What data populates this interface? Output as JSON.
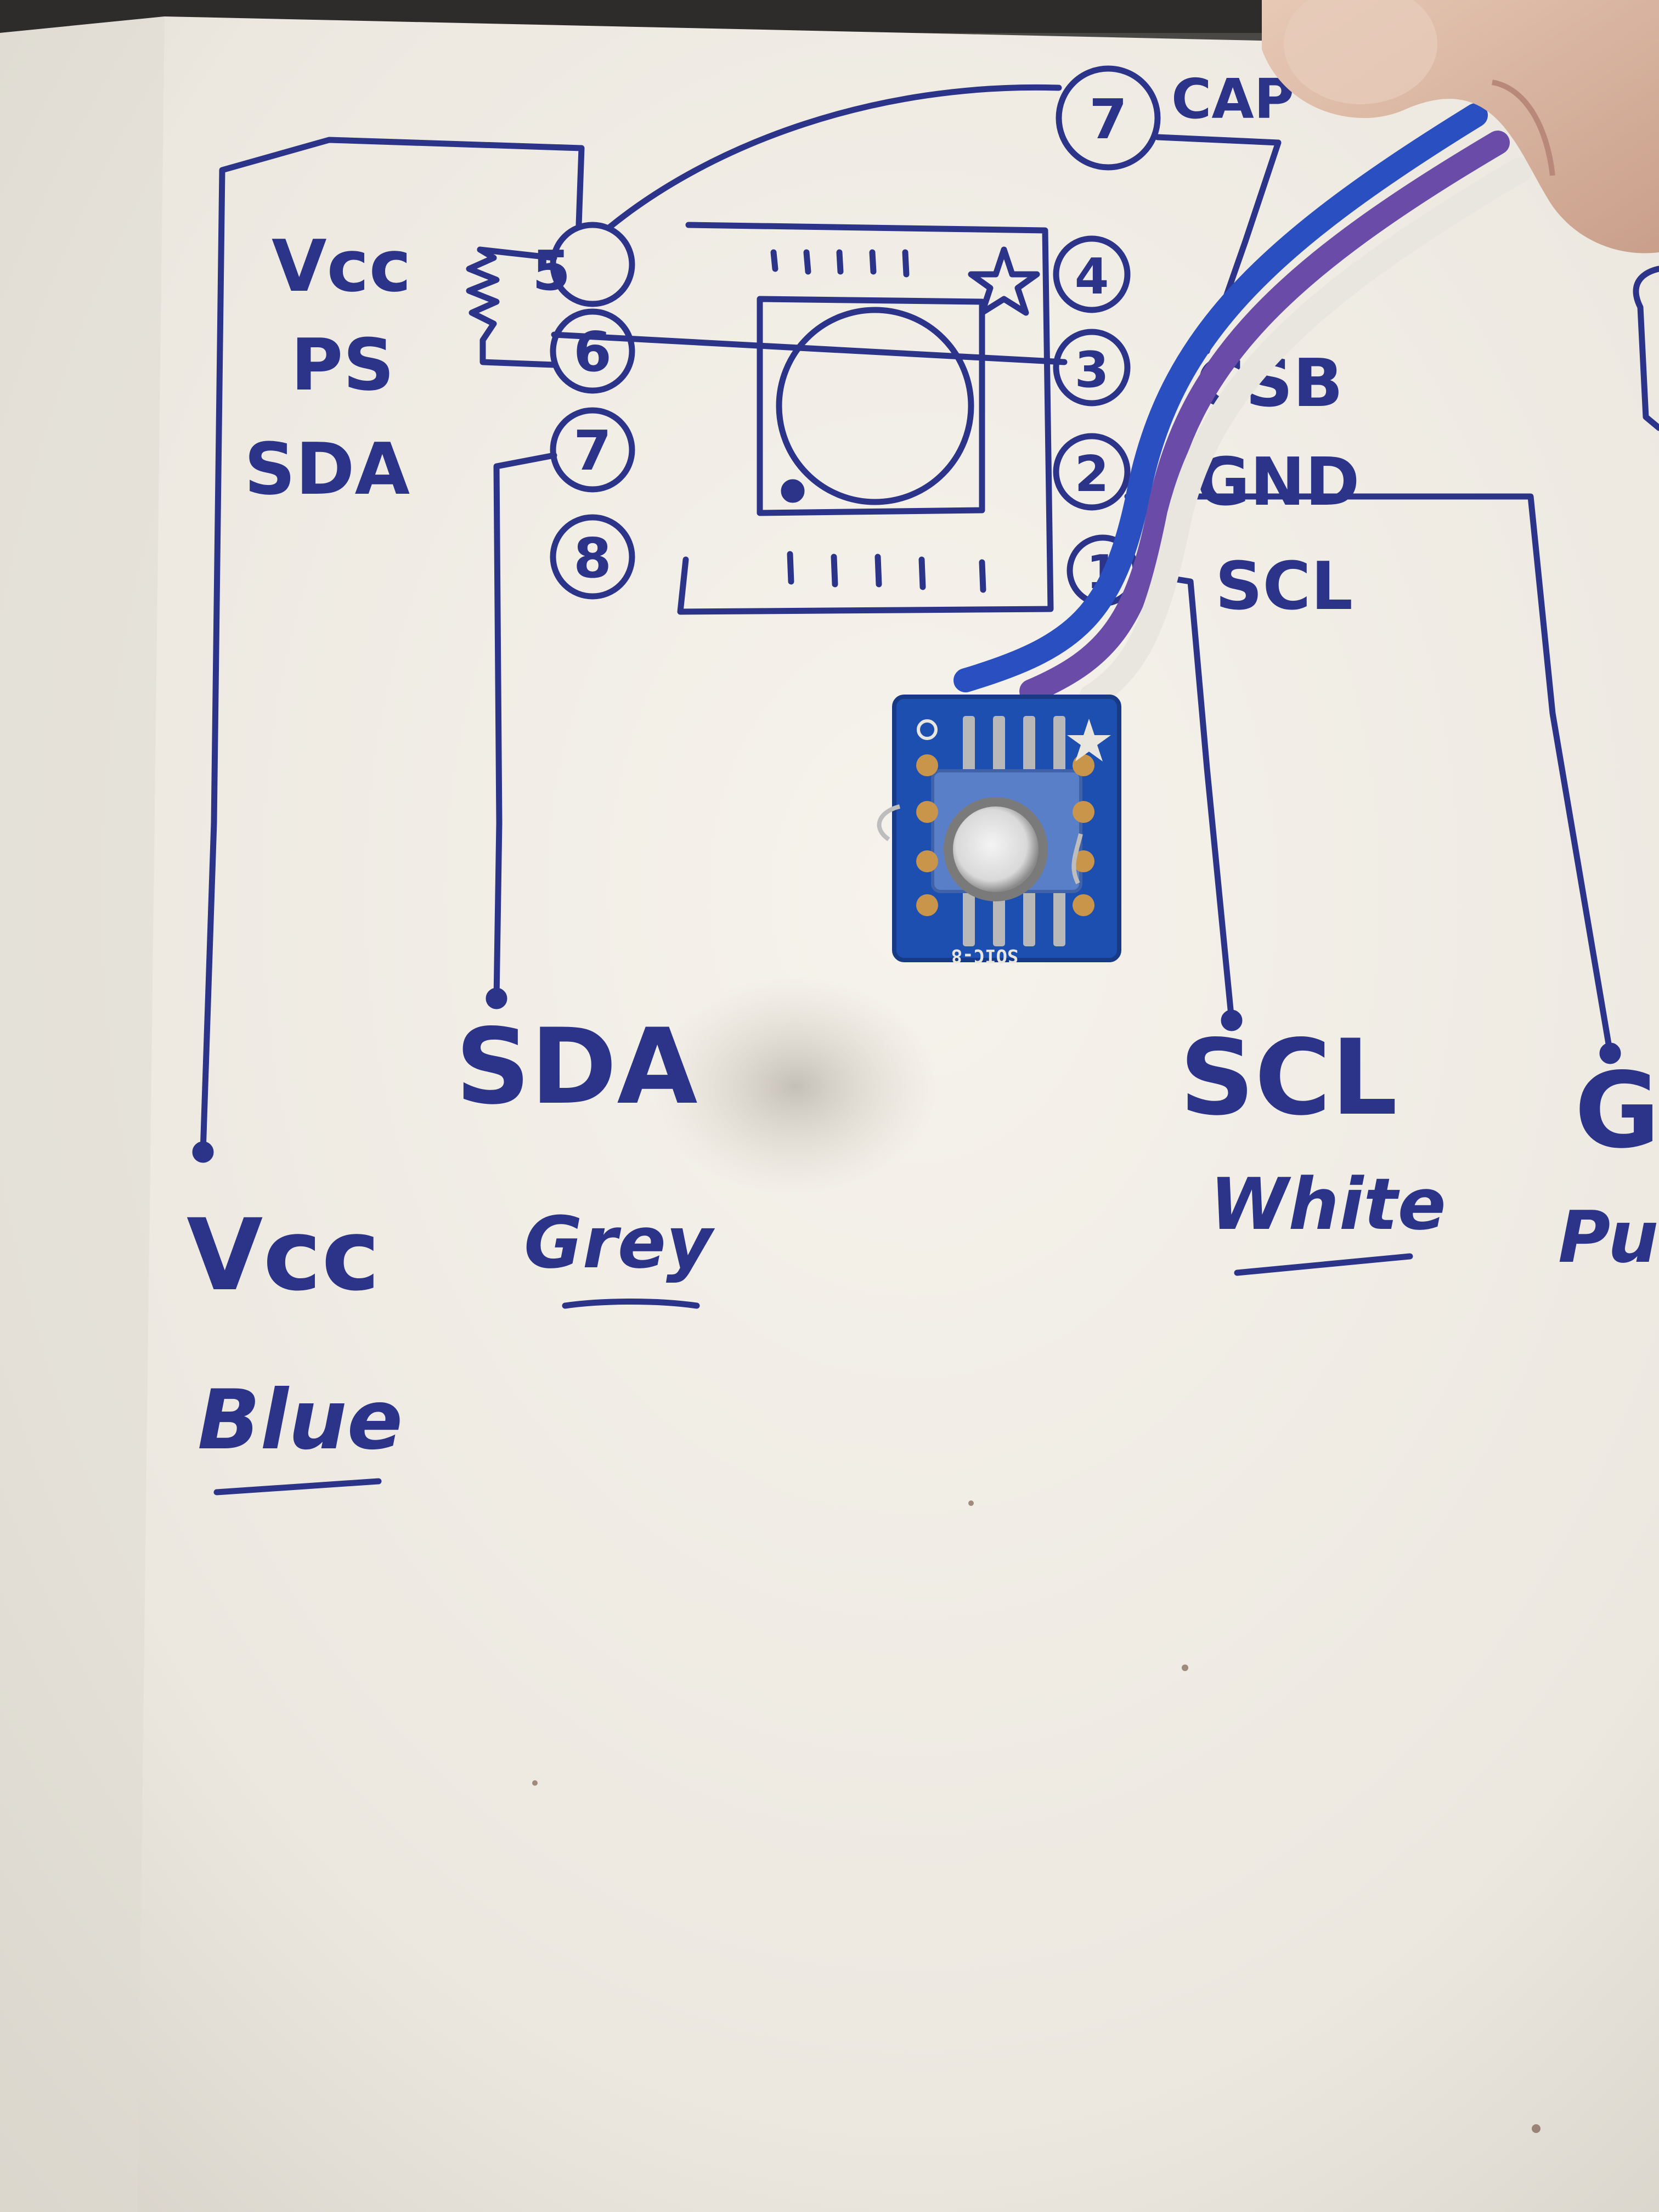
{
  "diagram": {
    "pin_labels_left": {
      "vcc": "Vcc",
      "ps": "PS",
      "sda": "SDA"
    },
    "pin_labels_right": {
      "cap": "CAP",
      "csb": "CSB",
      "gnd": "GND",
      "scl": "SCL"
    },
    "pin_numbers": {
      "p1": "1",
      "p2": "2",
      "p3": "3",
      "p4": "4",
      "p5": "5",
      "p6": "6",
      "p7": "7",
      "p8": "8"
    },
    "bottom_labels": {
      "sda": "SDA",
      "sda_color": "Grey",
      "scl": "SCL",
      "scl_color": "White",
      "vcc": "Vcc",
      "vcc_color": "Blue",
      "gnd": "G",
      "gnd_color": "Pur"
    },
    "ink_color": "#2b3489"
  },
  "breakout_board": {
    "silkscreen": "SOIC-8",
    "board_color": "#1d4fb0",
    "pad_color": "#c8954a"
  },
  "wires": {
    "colors": [
      "#2a4fc0",
      "#6a4ca8",
      "#e9e6df"
    ]
  },
  "colors": {
    "paper": "#f2efe8",
    "skin": "#d9b8a4"
  }
}
